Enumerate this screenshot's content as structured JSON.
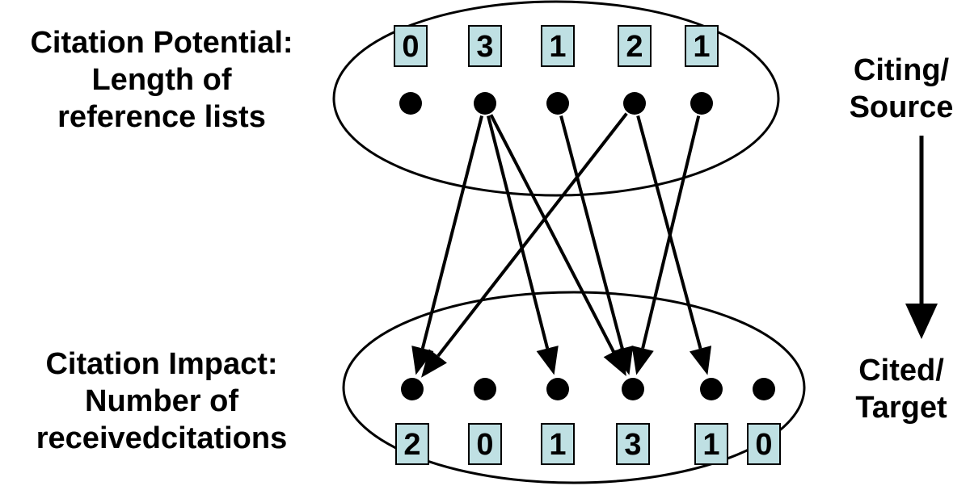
{
  "source_group": {
    "title": "Citation Potential:",
    "desc_line1": "Length of",
    "desc_line2": "reference lists",
    "side_line1": "Citing/",
    "side_line2": "Source",
    "counts": [
      "0",
      "3",
      "1",
      "2",
      "1"
    ]
  },
  "target_group": {
    "title": "Citation Impact:",
    "desc_line1": "Number of",
    "desc_line2": "receivedcitations",
    "side_line1": "Cited/",
    "side_line2": "Target",
    "counts": [
      "2",
      "0",
      "1",
      "3",
      "1",
      "0"
    ]
  },
  "citations": [
    {
      "from": 1,
      "to": 0
    },
    {
      "from": 1,
      "to": 2
    },
    {
      "from": 1,
      "to": 3
    },
    {
      "from": 2,
      "to": 3
    },
    {
      "from": 3,
      "to": 0
    },
    {
      "from": 3,
      "to": 4
    },
    {
      "from": 4,
      "to": 3
    }
  ],
  "colors": {
    "box_fill": "#bfe0e3",
    "stroke": "#000000"
  }
}
